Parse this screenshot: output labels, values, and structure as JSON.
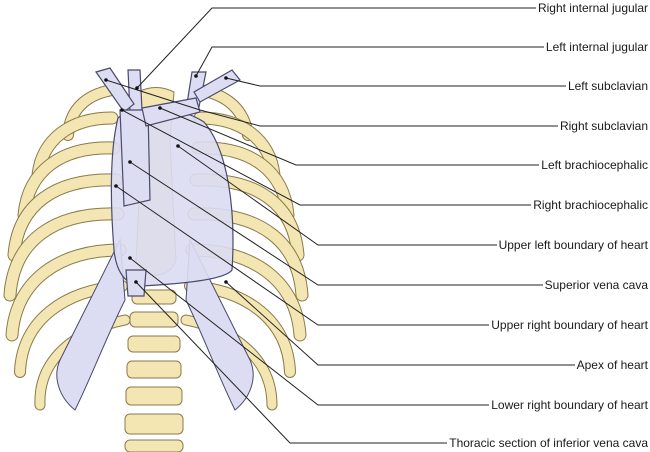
{
  "labels": [
    "Right internal jugular",
    "Left internal jugular",
    "Left subclavian",
    "Right subclavian",
    "Left brachiocephalic",
    "Right brachiocephalic",
    "Upper left boundary of heart",
    "Superior vena cava",
    "Upper right boundary of heart",
    "Apex of heart",
    "Lower right boundary of heart",
    "Thoracic section of inferior vena cava"
  ],
  "colors": {
    "bone": "#f3e6b3",
    "bone_outline": "#8a7a4a",
    "vessel": "#dcdcf2",
    "vessel_outline": "#4a4a6a",
    "leader": "#222222"
  }
}
